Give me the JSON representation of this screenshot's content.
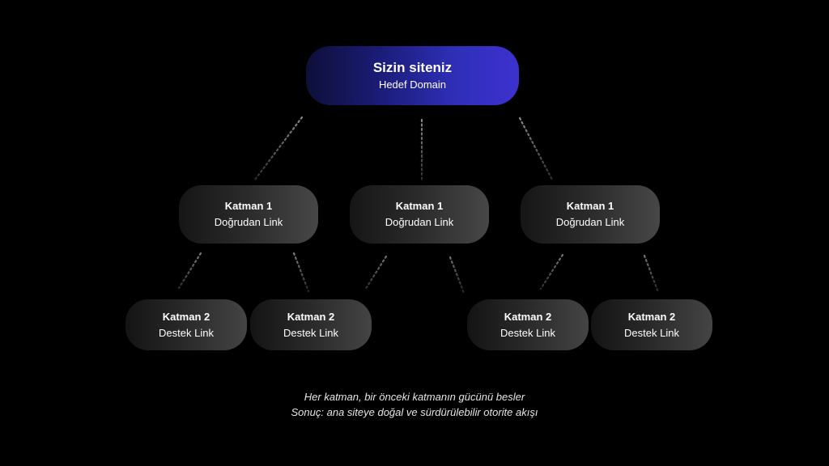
{
  "root": {
    "title": "Sizin siteniz",
    "subtitle": "Hedef Domain"
  },
  "tier1": [
    {
      "title": "Katman 1",
      "subtitle": "Doğrudan Link"
    },
    {
      "title": "Katman 1",
      "subtitle": "Doğrudan Link"
    },
    {
      "title": "Katman 1",
      "subtitle": "Doğrudan Link"
    }
  ],
  "tier2": [
    {
      "title": "Katman 2",
      "subtitle": "Destek Link"
    },
    {
      "title": "Katman 2",
      "subtitle": "Destek Link"
    },
    {
      "title": "Katman 2",
      "subtitle": "Destek Link"
    },
    {
      "title": "Katman 2",
      "subtitle": "Destek Link"
    }
  ],
  "caption": {
    "line1": "Her katman, bir önceki katmanın gücünü besler",
    "line2": "Sonuç: ana siteye doğal ve sürdürülebilir otorite akışı"
  },
  "colors": {
    "background": "#000000",
    "root_gradient_start": "#0e0f38",
    "root_gradient_end": "#3d31cf",
    "tier_gradient_start": "#161616",
    "tier_gradient_end": "#474747",
    "connector": "#5a5a5a"
  }
}
